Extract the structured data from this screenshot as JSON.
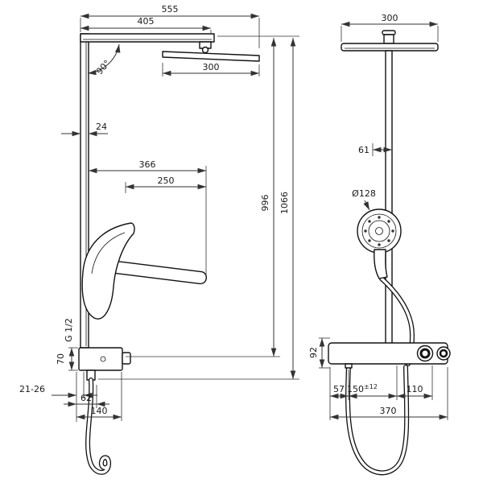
{
  "side": {
    "d555": "555",
    "d405": "405",
    "d300": "300",
    "a90": "90°",
    "d24": "24",
    "d366": "366",
    "d250": "250",
    "thread": "G 1/2",
    "d70": "70",
    "d2126": "21-26",
    "d62": "62",
    "d140": "140",
    "d996": "996",
    "d1066": "1066"
  },
  "front": {
    "d300": "300",
    "d61": "61",
    "dia": "Ø128",
    "d92": "92",
    "d57": "57",
    "d150": "150",
    "d150tol": "±12",
    "d110": "110",
    "d370": "370"
  },
  "meta": {
    "line_color": "#1a1a1a",
    "dim_color": "#333333",
    "background": "#ffffff"
  }
}
